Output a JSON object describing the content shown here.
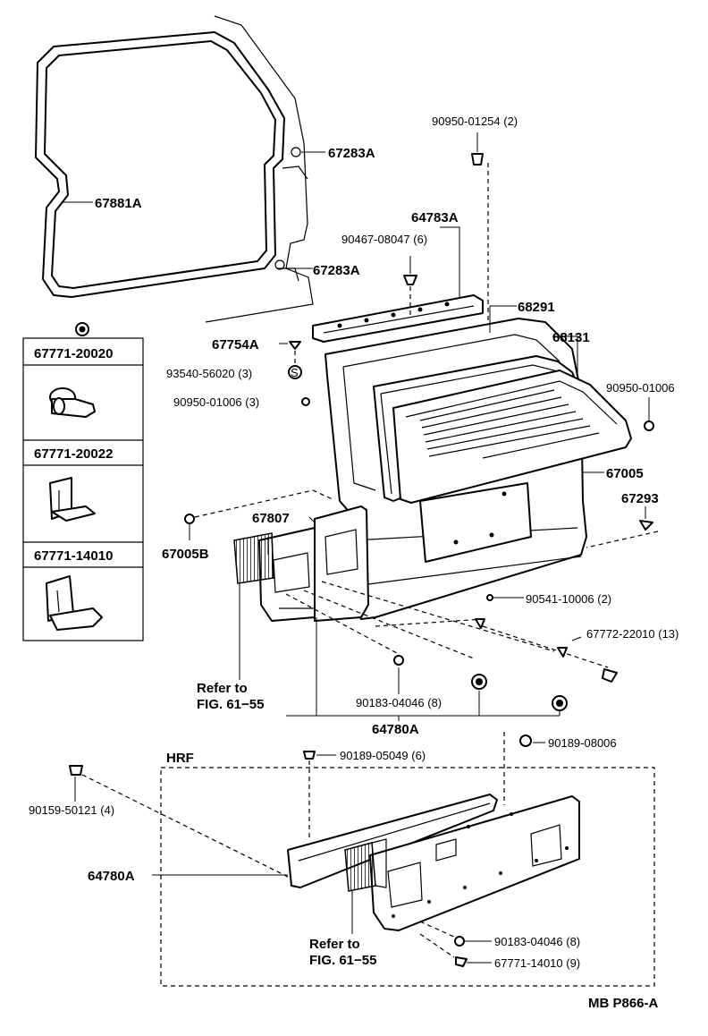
{
  "labels": {
    "weatherstrip": "67881A",
    "hinge_upper": "67283A",
    "hinge_lower": "67283A",
    "bolt_top": "90950-01254 (2)",
    "garnish": "64783A",
    "screw_garnish": "90467-08047 (6)",
    "seal_glass": "68291",
    "glass": "68131",
    "stopper": "67754A",
    "nut_93540": "93540-56020 (3)",
    "circle_s": "S",
    "bolt_90950_3": "90950-01006 (3)",
    "bolt_right": "90950-01006",
    "door_panel": "67005",
    "cushion_67293": "67293",
    "clip_67005b": "67005B",
    "cover_67807": "67807",
    "bolt_90541": "90541-10006 (2)",
    "clip_67772": "67772-22010 (13)",
    "clip_90183_top": "90183-04046 (8)",
    "refer_top_1": "Refer to",
    "refer_top_2": "FIG. 61−55",
    "board_top": "64780A",
    "hrf": "HRF",
    "screw_90189": "90189-05049 (6)",
    "nut_90189_08006": "90189-08006",
    "screw_90159": "90159-50121 (4)",
    "board_bottom": "64780A",
    "refer_bot_1": "Refer to",
    "refer_bot_2": "FIG. 61−55",
    "clip_90183_bot": "90183-04046 (8)",
    "clip_67771_bot": "67771-14010 (9)",
    "footer_code": "MB P866-A"
  },
  "legend": {
    "items": [
      {
        "part": "67771-20020"
      },
      {
        "part": "67771-20022"
      },
      {
        "part": "67771-14010"
      }
    ]
  }
}
